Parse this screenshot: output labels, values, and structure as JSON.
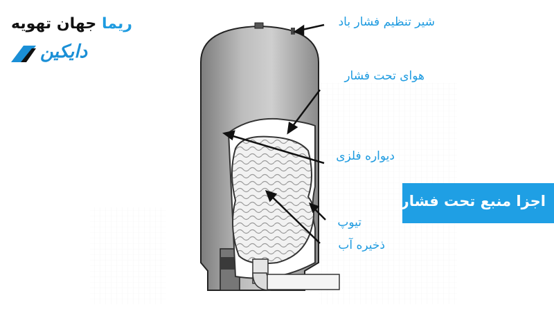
{
  "logo": {
    "brand_prefix": "جهان تهویه",
    "brand_accent": "ریما",
    "daikin": "دایکین",
    "accent_color": "#1e9be0"
  },
  "title": "اجزا منبع تحت فشار",
  "labels": {
    "valve": "شیر تنظیم فشار باد",
    "air": "هوای تحت فشار",
    "wall": "دیواره فلزی",
    "tube": "تیوپ",
    "water": "ذخیره آب"
  },
  "colors": {
    "label": "#1e9be0",
    "title_box": "#1f9fe4",
    "tank": "#a9a9a9"
  }
}
